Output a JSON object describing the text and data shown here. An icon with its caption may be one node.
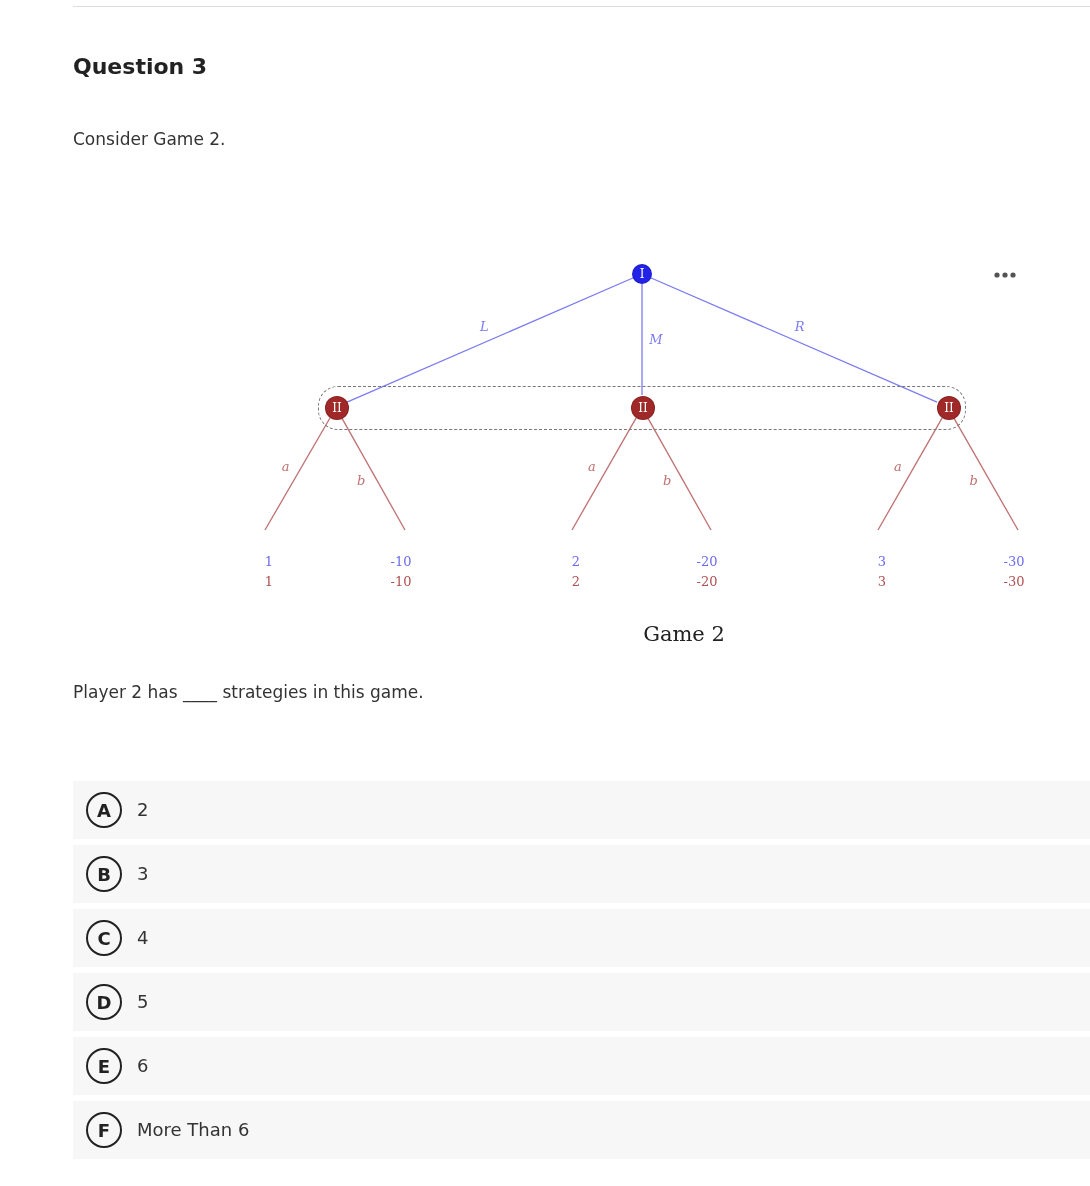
{
  "diagram": {
    "title": "Question 3",
    "caption": "Game 2",
    "nodes": [
      {
        "text": [
          "I"
        ]
      },
      {
        "text": [],
        "shape": "box"
      },
      {
        "text": [
          "II"
        ],
        "in": 1
      },
      {
        "text": [
          "II"
        ],
        "in": 1
      },
      {
        "text": [
          "II"
        ],
        "in": 1
      },
      {
        "text": [
          "1",
          "1"
        ]
      },
      {
        "text": [
          "-10",
          "-10"
        ]
      },
      {
        "text": [
          "2",
          "2"
        ]
      },
      {
        "text": [
          "-20",
          "-20"
        ]
      },
      {
        "text": [
          "3",
          "3"
        ]
      },
      {
        "text": [
          "-30",
          "-30"
        ]
      }
    ],
    "edges": [
      {
        "from": 0,
        "to": 2,
        "arrow": "none",
        "label": "L",
        "color": "#7b7bf3"
      },
      {
        "from": 0,
        "to": 3,
        "arrow": "none",
        "label": "M",
        "color": "#7b7bf3"
      },
      {
        "from": 0,
        "to": 4,
        "arrow": "none",
        "label": "R",
        "color": "#7b7bf3"
      },
      {
        "from": 2,
        "to": 5,
        "arrow": "none",
        "label": "a"
      },
      {
        "from": 2,
        "to": 6,
        "arrow": "none",
        "label": "b"
      },
      {
        "from": 3,
        "to": 7,
        "arrow": "none",
        "label": "a"
      },
      {
        "from": 3,
        "to": 8,
        "arrow": "none",
        "label": "b"
      },
      {
        "from": 4,
        "to": 9,
        "arrow": "none",
        "label": "a"
      },
      {
        "from": 4,
        "to": 10,
        "arrow": "none",
        "label": "b"
      }
    ],
    "labels": [
      "Consider Game 2.",
      "Player 2 has ____ strategies in this game.",
      "A",
      "2",
      "B",
      "3",
      "C",
      "4",
      "D",
      "5",
      "E",
      "6",
      "F",
      "More Than 6"
    ]
  }
}
